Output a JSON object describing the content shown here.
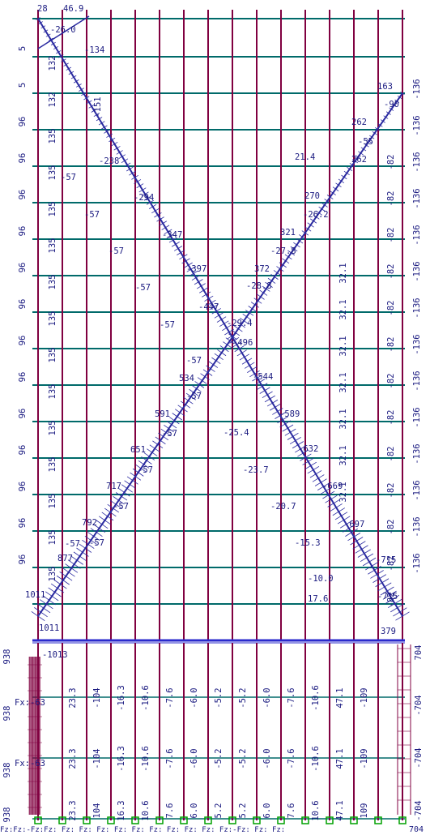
{
  "colors": {
    "background": "#ffffff",
    "chord": "#006a6a",
    "column": "#800040",
    "diagonal": "#2a2aa0",
    "label": "#1a1a80",
    "bottom_chord": "#2a2acc",
    "support": "#00a000",
    "support_label": "#a000a0"
  },
  "upper_part": {
    "top_labels": [
      "28",
      "46.9"
    ],
    "left_edge_labels": [
      "5",
      "5",
      "96",
      "96",
      "96",
      "96",
      "96",
      "96",
      "96",
      "96",
      "96",
      "96",
      "96",
      "96",
      "96"
    ],
    "left_column_values": [
      "132",
      "132",
      "135",
      "135",
      "135",
      "135",
      "135",
      "135",
      "135",
      "135",
      "135",
      "135",
      "135",
      "135",
      "135"
    ],
    "right_column_values": [
      "-136",
      "-136",
      "-136",
      "-136",
      "-136",
      "-136",
      "-136",
      "-136",
      "-136",
      "-136",
      "-136",
      "-136",
      "-136",
      "-136"
    ],
    "second_right_column_values": [
      "-82",
      "-82",
      "-82",
      "-82",
      "-82",
      "-82",
      "-82",
      "-82",
      "-82",
      "-82",
      "-82",
      "-82",
      "-82"
    ],
    "right_mid_values": [
      "32.1",
      "32.1",
      "32.1",
      "32.1",
      "32.1",
      "32.1",
      "32.1"
    ],
    "column_small_values": [
      "-151"
    ],
    "descending_labels": [
      "-26.0",
      "-134",
      "-238",
      "-294",
      "-347",
      "-397",
      "-447",
      "-496",
      "-544",
      "-589",
      "-632",
      "-669",
      "-697",
      "-715",
      "-715"
    ],
    "ascending_labels": [
      "163",
      "262",
      "262",
      "270",
      "321",
      "372",
      "534",
      "591",
      "651",
      "717",
      "792",
      "877",
      "1011"
    ],
    "ascending_shear_labels": [
      "-90",
      "-55",
      "21.4",
      "-26.2",
      "-27.8",
      "-28.8",
      "-29.4"
    ],
    "descending_shear_labels": [
      "-57",
      "-57",
      "-57",
      "-57",
      "-57",
      "-57",
      "-57",
      "-57",
      "-57",
      "-57",
      "-57",
      "-57"
    ],
    "lower_shear_labels": [
      "-25.4",
      "-23.7",
      "-20.7",
      "-15.3",
      "-10.0",
      "17.6"
    ],
    "bottom_left_value": "1011",
    "bottom_right_value": "379"
  },
  "lower_part": {
    "top_left_value": "-1013",
    "left_side_label": "938",
    "fx_label": "Fx:-63",
    "row_values": [
      "23.3",
      "-104",
      "-16.3",
      "-10.6",
      "-7.6",
      "-6.0",
      "-5.2",
      "-5.2",
      "-6.0",
      "-7.6",
      "-10.6",
      "47.1",
      "-109"
    ],
    "bottom_row_values": [
      "23.3",
      "104",
      "16.3",
      "10.6",
      "7.6",
      "6.0",
      "5.2",
      "5.2",
      "6.0",
      "7.6",
      "10.6",
      "47.1",
      "109"
    ],
    "right_values": [
      "704",
      "-704",
      "-704",
      "-704"
    ],
    "support_labels": "Fz:Fz:-Fz:Fz: Fz: Fz: Fz: Fz: Fz: Fz: Fz: Fz: Fz: Fz:-Fz: Fz: Fz:",
    "bottom_right": "704"
  }
}
